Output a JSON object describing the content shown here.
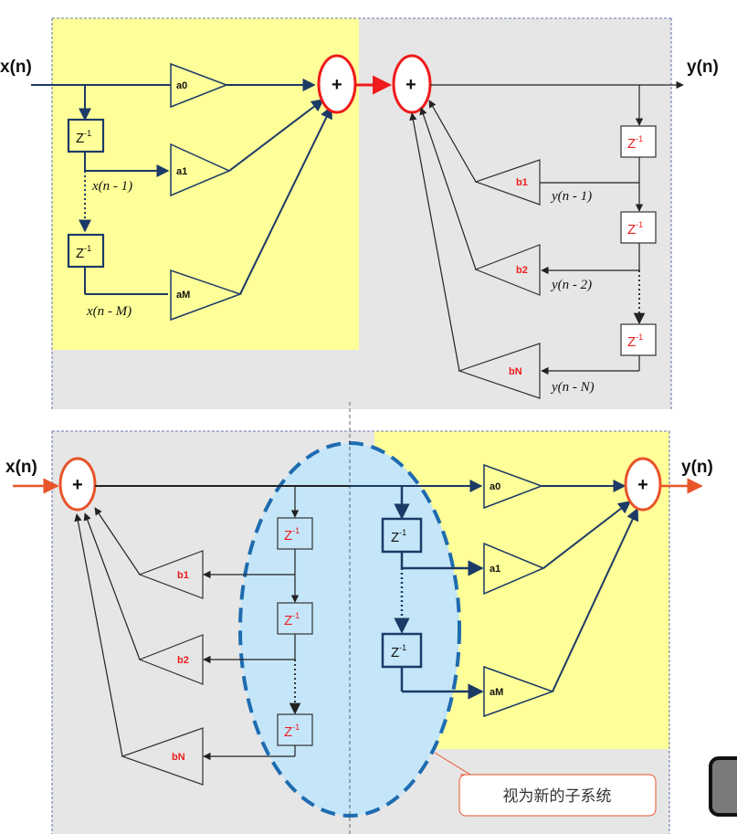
{
  "top": {
    "input_label": "x(n)",
    "output_label": "y(n)",
    "plus_symbol": "+",
    "delay_base": "Z",
    "delay_exp": "-1",
    "forward_gains": [
      "a0",
      "a1",
      "aM"
    ],
    "feedback_gains": [
      "b1",
      "b2",
      "bN"
    ],
    "x_taps": [
      "x(n -  1)",
      "x(n -  M)"
    ],
    "y_taps": [
      "y(n -  1)",
      "y(n -  2)",
      "y(n -  N)"
    ]
  },
  "bottom": {
    "input_label": "x(n)",
    "output_label": "y(n)",
    "plus_symbol": "+",
    "delay_base": "Z",
    "delay_exp": "-1",
    "feedback_gains": [
      "b1",
      "b2",
      "bN"
    ],
    "forward_gains": [
      "a0",
      "a1",
      "aM"
    ],
    "annotation": "视为新的子系统"
  },
  "colors": {
    "dark_blue": "#1c3a66",
    "red": "#ee1c1c",
    "orange_red": "#e8542a",
    "yellow_panel": "#ffff99",
    "gray_panel": "#e6e6e6",
    "ellipse_fill": "#c4e6f8",
    "ellipse_stroke": "#1e6bb0"
  }
}
